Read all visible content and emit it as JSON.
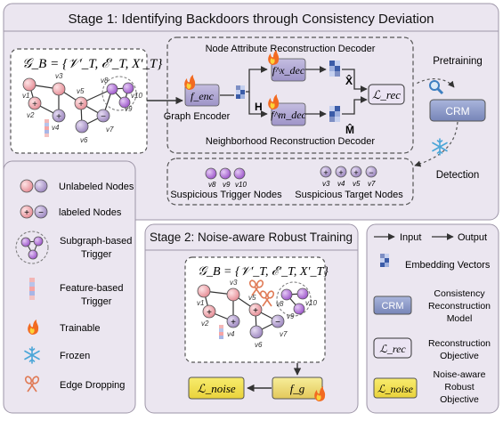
{
  "stage1": {
    "title": "Stage 1: Identifying Backdoors through Consistency Deviation",
    "graph_formula": "𝒢_B = {𝒱′_T, ℰ′_T, X′_T}",
    "node_labels": [
      "v1",
      "v2",
      "v3",
      "v4",
      "v5",
      "v6",
      "v7",
      "v8",
      "v9",
      "v10"
    ],
    "graph_encoder": "Graph Encoder",
    "f_enc": "f_enc",
    "H": "H",
    "node_attr_decoder": "Node Attribute Reconstruction Decoder",
    "neighborhood_decoder": "Neighborhood Reconstruction Decoder",
    "f_dec_x": "f^x_dec",
    "f_dec_m": "f^m_dec",
    "X_hat": "X̂",
    "M_hat": "M̂",
    "L_rec": "ℒ_rec",
    "pretraining": "Pretraining",
    "crm": "CRM",
    "detection": "Detection",
    "suspicious_trigger_nodes": "Suspicious Trigger Nodes",
    "suspicious_target_nodes": "Suspicious Target Nodes",
    "trigger_labels": [
      "v8",
      "v9",
      "v10"
    ],
    "target_labels": [
      "v3",
      "v4",
      "v5",
      "v7"
    ]
  },
  "legend_left": {
    "items": [
      {
        "label": "Unlabeled Nodes",
        "icon": "unlabeled-nodes-icon"
      },
      {
        "label": "labeled Nodes",
        "icon": "labeled-nodes-icon"
      },
      {
        "label": "Subgraph-based Trigger",
        "icon": "subgraph-trigger-icon"
      },
      {
        "label": "Feature-based Trigger",
        "icon": "feature-trigger-icon"
      },
      {
        "label": "Trainable",
        "icon": "fire-icon"
      },
      {
        "label": "Frozen",
        "icon": "snowflake-icon"
      },
      {
        "label": "Edge Dropping",
        "icon": "scissors-icon"
      }
    ]
  },
  "stage2": {
    "title": "Stage 2: Noise-aware Robust Training",
    "graph_formula": "𝒢_B = {𝒱′_T, ℰ′_T, X′_T}",
    "f_g": "f_g",
    "L_noise": "ℒ_noise"
  },
  "legend_right": {
    "input": "Input",
    "output": "Output",
    "embedding_vectors": "Embedding Vectors",
    "crm_box": "CRM",
    "crm_desc": "Consistency Reconstruction Model",
    "lrec_box": "ℒ_rec",
    "lrec_desc": "Reconstruction Objective",
    "lnoise_box": "ℒ_noise",
    "lnoise_desc": "Noise-aware Robust Objective"
  },
  "colors": {
    "panel_bg": "#e9e4ee",
    "crm_fill": "#8e9cc7",
    "yellow": "#f3e24a",
    "node_pink": "#f2b3b8",
    "node_purple": "#b9a9cf",
    "fire": "#f26a21"
  }
}
